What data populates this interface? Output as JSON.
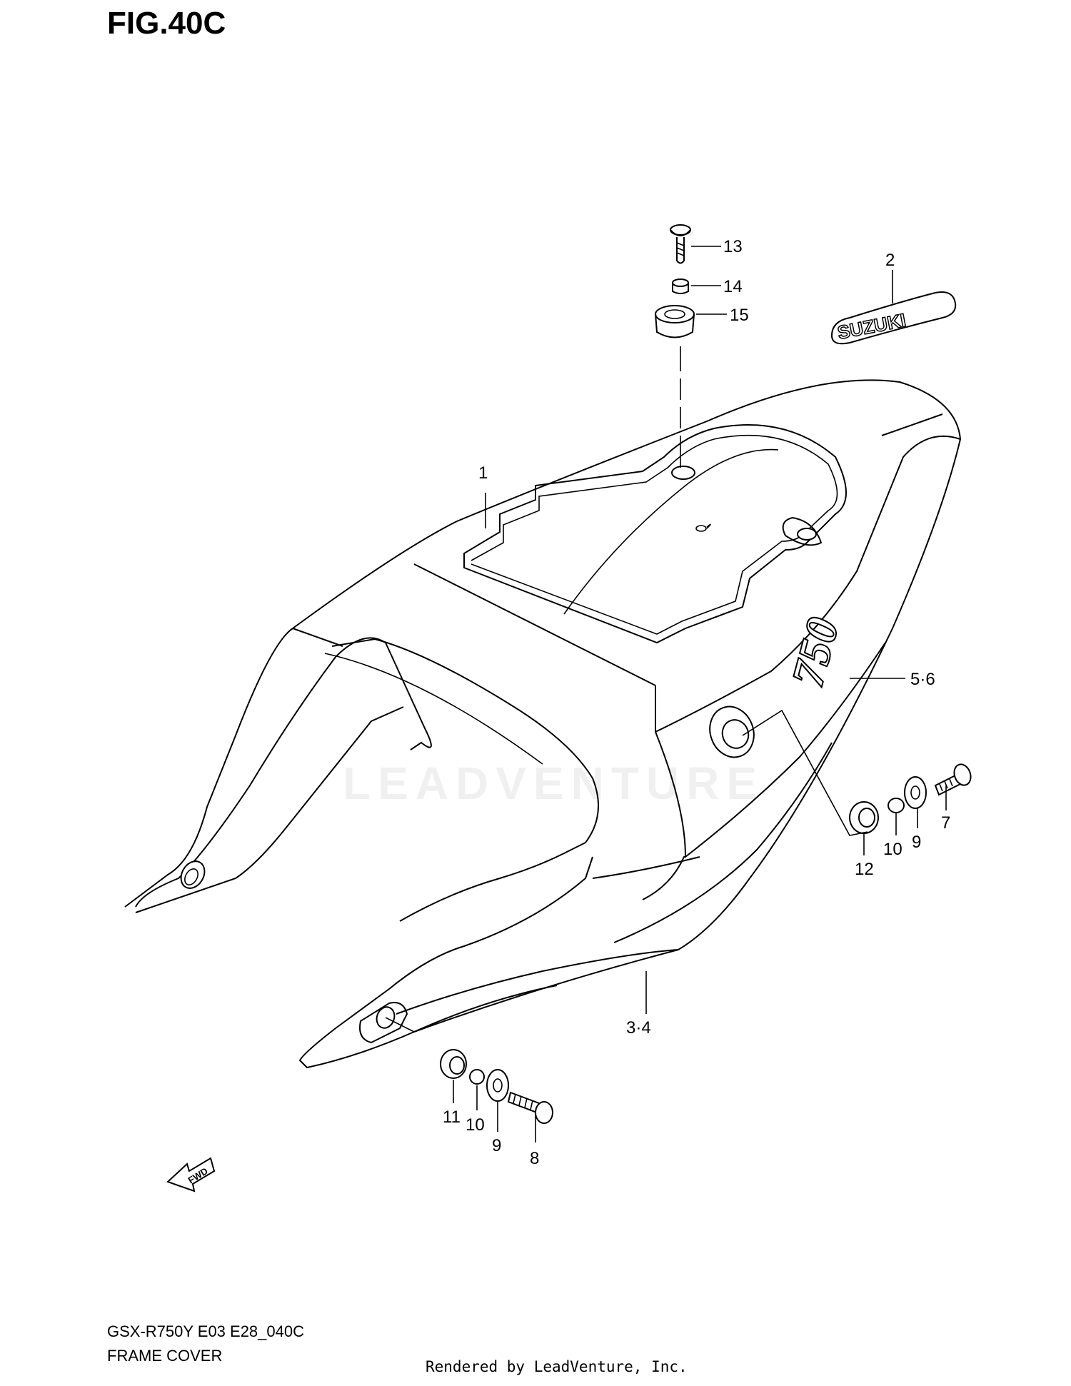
{
  "figure": {
    "title": "FIG.40C"
  },
  "parts": {
    "p1": "1",
    "p2": "2",
    "p34": "3·4",
    "p56": "5·6",
    "p7": "7",
    "p8": "8",
    "p9a": "9",
    "p9b": "9",
    "p10a": "10",
    "p10b": "10",
    "p11": "11",
    "p12": "12",
    "p13": "13",
    "p14": "14",
    "p15": "15"
  },
  "decal": {
    "brand_text": "SUZUKI",
    "model_text": "750"
  },
  "fwd_label": "FWD",
  "watermark": "LEADVENTURE",
  "footer": {
    "model_code": "GSX-R750Y E03 E28_040C",
    "section_name": "FRAME COVER",
    "rendered_by": "Rendered by LeadVenture, Inc."
  }
}
